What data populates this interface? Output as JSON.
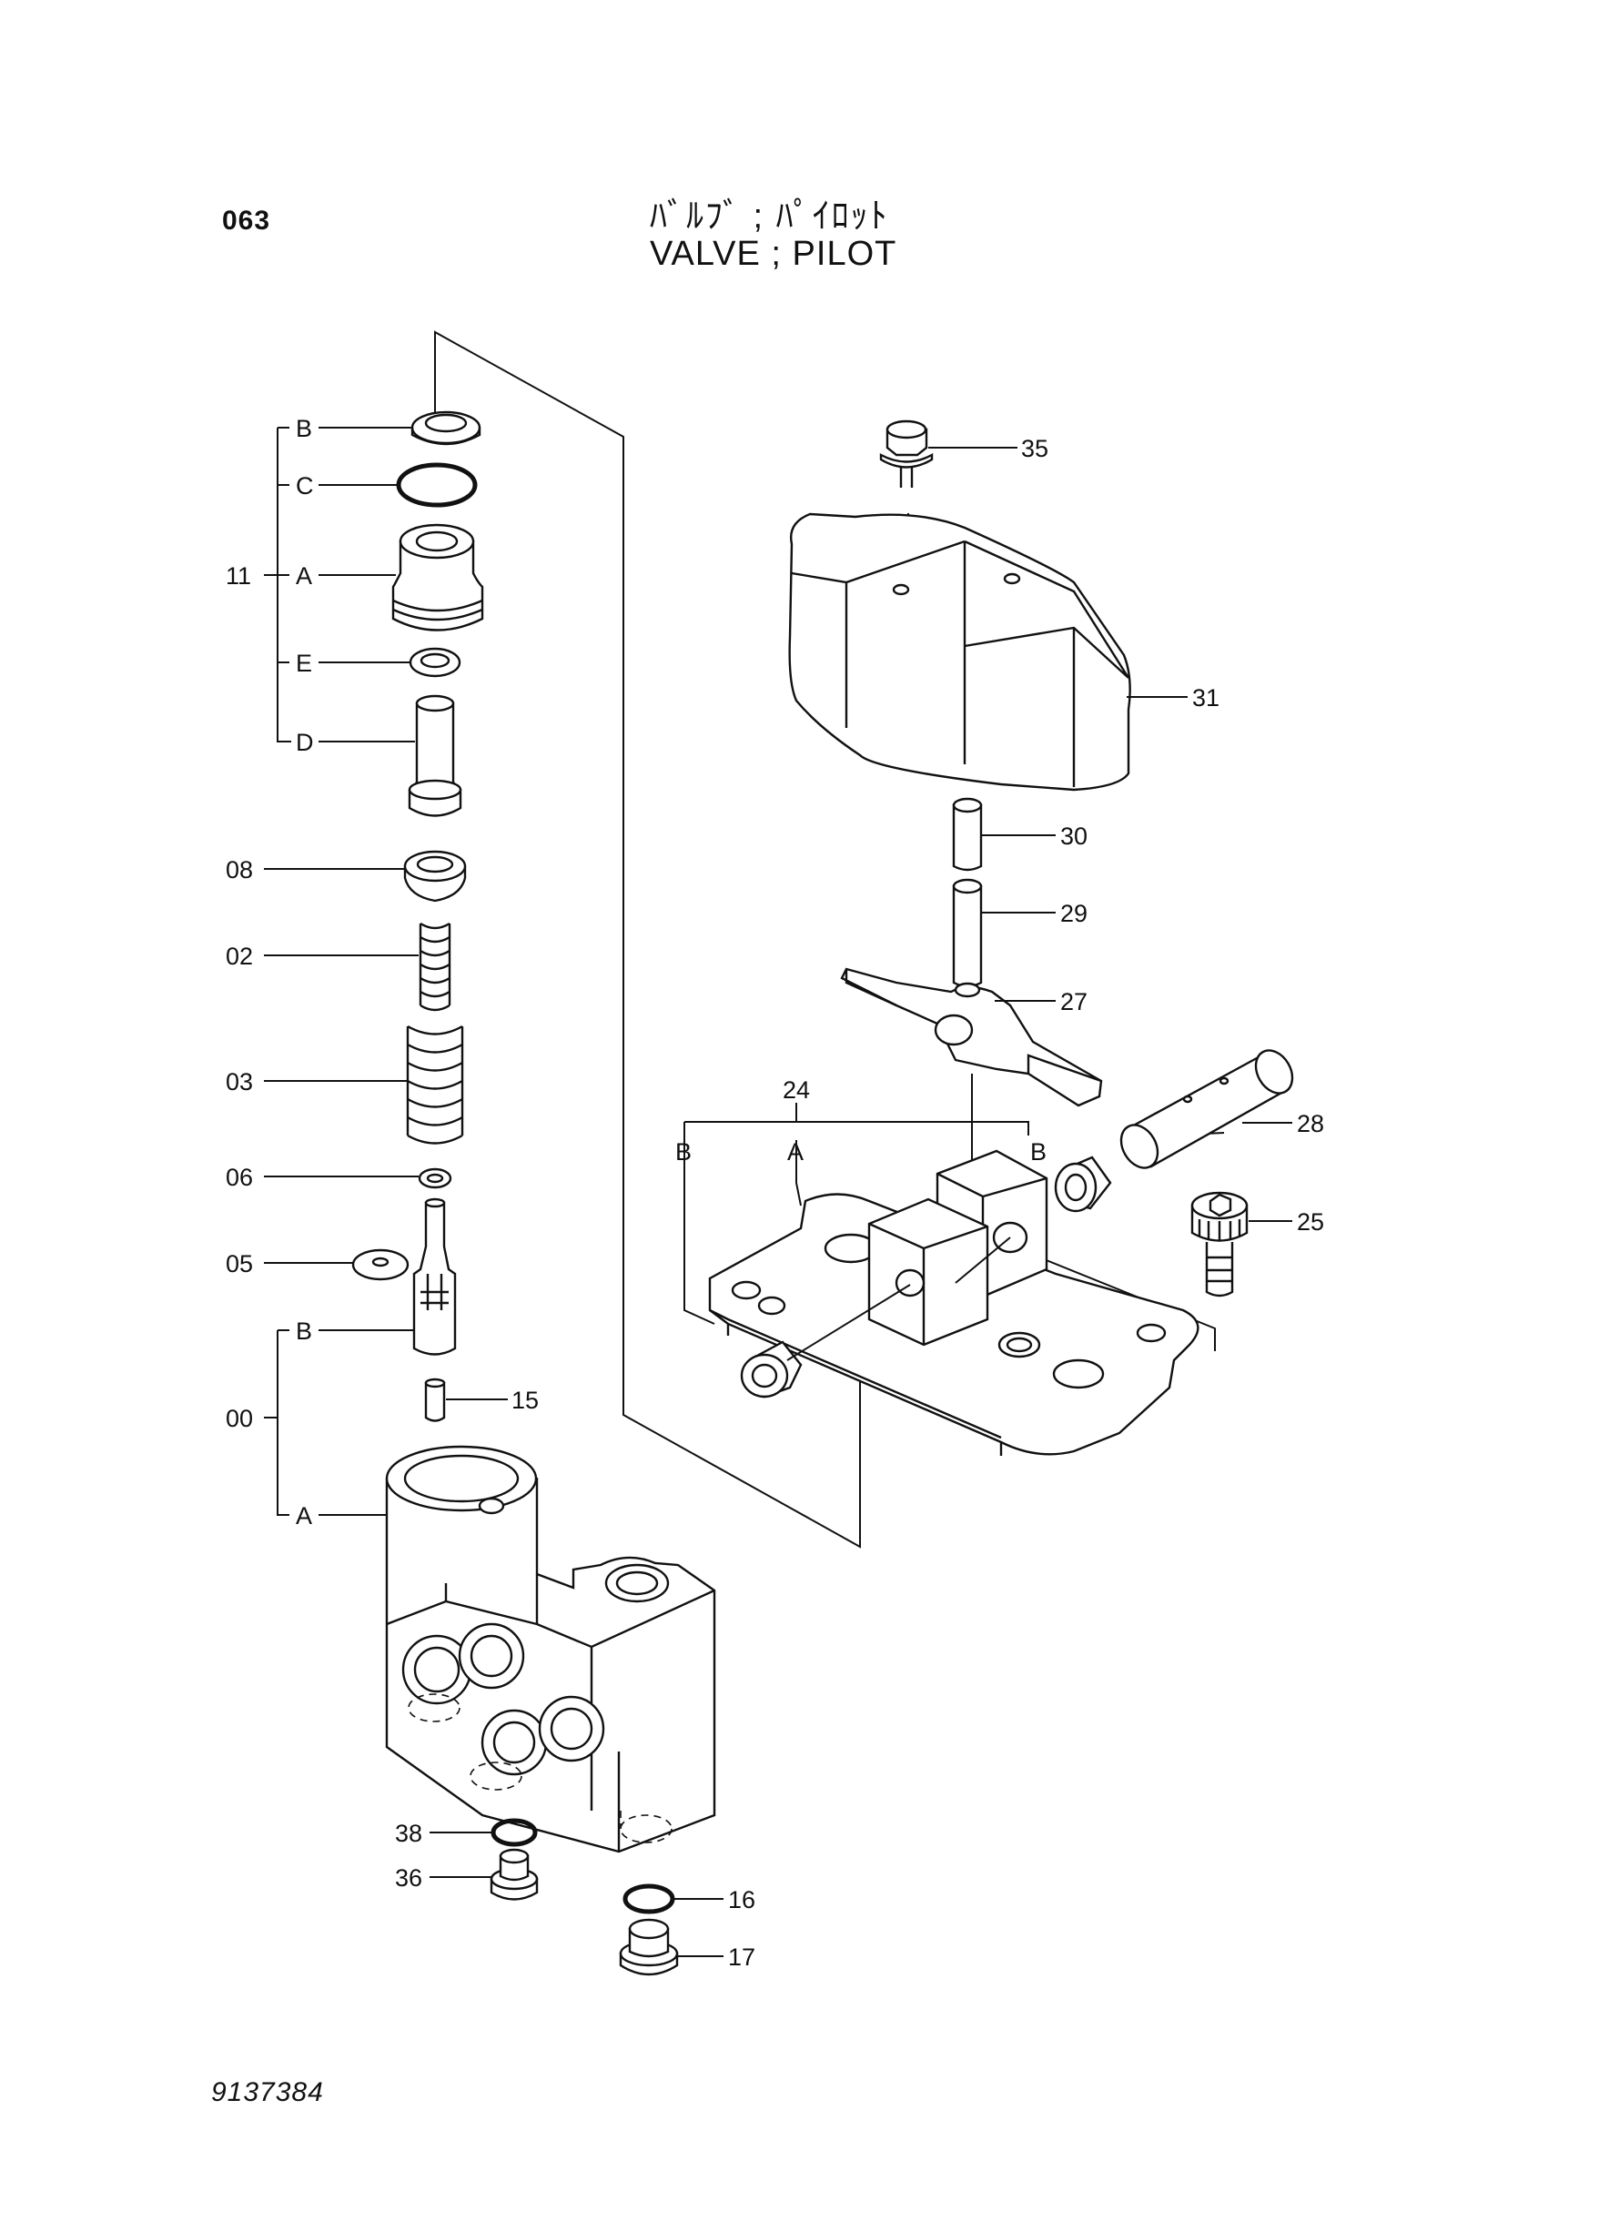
{
  "header": {
    "page_number": "063",
    "title_jp": "ﾊﾞﾙﾌﾞ ; ﾊﾟｲﾛｯﾄ",
    "title_en": "VALVE ; PILOT"
  },
  "footer": {
    "drawing_number": "9137384"
  },
  "callouts": {
    "p11": "11",
    "p11_b": "B",
    "p11_c": "C",
    "p11_a": "A",
    "p11_e": "E",
    "p11_d": "D",
    "p08": "08",
    "p02": "02",
    "p03": "03",
    "p06": "06",
    "p05": "05",
    "p00": "00",
    "p00_b": "B",
    "p00_a": "A",
    "p15": "15",
    "p38": "38",
    "p36": "36",
    "p16": "16",
    "p17": "17",
    "p35": "35",
    "p31": "31",
    "p30": "30",
    "p29": "29",
    "p27": "27",
    "p24": "24",
    "p24_b_left": "B",
    "p24_a": "A",
    "p24_b_right": "B",
    "p28": "28",
    "p25": "25"
  },
  "icons": [
    "seal-icon",
    "o-ring-icon",
    "spring-icon",
    "plug-icon",
    "bolt-icon"
  ]
}
